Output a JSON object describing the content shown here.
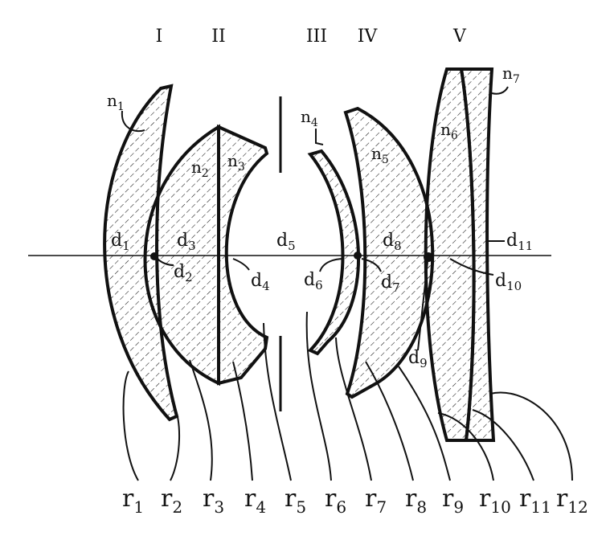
{
  "lens_groups": [
    "I",
    "II",
    "III",
    "IV",
    "V"
  ],
  "refractive_indices": [
    {
      "base": "n",
      "sub": "1"
    },
    {
      "base": "n",
      "sub": "2"
    },
    {
      "base": "n",
      "sub": "3"
    },
    {
      "base": "n",
      "sub": "4"
    },
    {
      "base": "n",
      "sub": "5"
    },
    {
      "base": "n",
      "sub": "6"
    },
    {
      "base": "n",
      "sub": "7"
    }
  ],
  "spacings": [
    {
      "base": "d",
      "sub": "1"
    },
    {
      "base": "d",
      "sub": "2"
    },
    {
      "base": "d",
      "sub": "3"
    },
    {
      "base": "d",
      "sub": "4"
    },
    {
      "base": "d",
      "sub": "5"
    },
    {
      "base": "d",
      "sub": "6"
    },
    {
      "base": "d",
      "sub": "7"
    },
    {
      "base": "d",
      "sub": "8"
    },
    {
      "base": "d",
      "sub": "9"
    },
    {
      "base": "d",
      "sub": "10"
    },
    {
      "base": "d",
      "sub": "11"
    }
  ],
  "radii": [
    {
      "base": "r",
      "sub": "1"
    },
    {
      "base": "r",
      "sub": "2"
    },
    {
      "base": "r",
      "sub": "3"
    },
    {
      "base": "r",
      "sub": "4"
    },
    {
      "base": "r",
      "sub": "5"
    },
    {
      "base": "r",
      "sub": "6"
    },
    {
      "base": "r",
      "sub": "7"
    },
    {
      "base": "r",
      "sub": "8"
    },
    {
      "base": "r",
      "sub": "9"
    },
    {
      "base": "r",
      "sub": "10"
    },
    {
      "base": "r",
      "sub": "11"
    },
    {
      "base": "r",
      "sub": "12"
    }
  ],
  "colors": {
    "ink": "#111111",
    "paper": "#ffffff"
  }
}
